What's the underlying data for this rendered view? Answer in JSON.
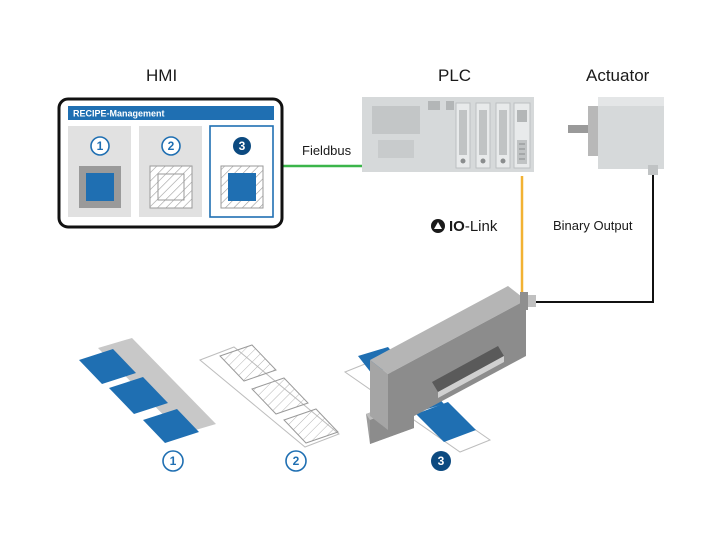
{
  "titles": {
    "hmi": "HMI",
    "plc": "PLC",
    "actuator": "Actuator"
  },
  "connections": {
    "fieldbus": "Fieldbus",
    "io_link_prefix": "IO",
    "io_link_suffix": "-Link",
    "binary_output": "Binary Output"
  },
  "hmi_panel": {
    "banner": "RECIPE-Management",
    "recipes": [
      {
        "number": "1"
      },
      {
        "number": "2"
      },
      {
        "number": "3"
      }
    ]
  },
  "conveyor_labels": {
    "first": "1",
    "second": "2",
    "third": "3"
  },
  "colors": {
    "accent_blue": "#1f6fb2",
    "dark_blue": "#0c4a80",
    "fieldbus_green": "#3bb54a",
    "io_link_yellow": "#f2b233",
    "device_gray": "#8c8c8c",
    "plc_gray": "#d6d9da"
  }
}
